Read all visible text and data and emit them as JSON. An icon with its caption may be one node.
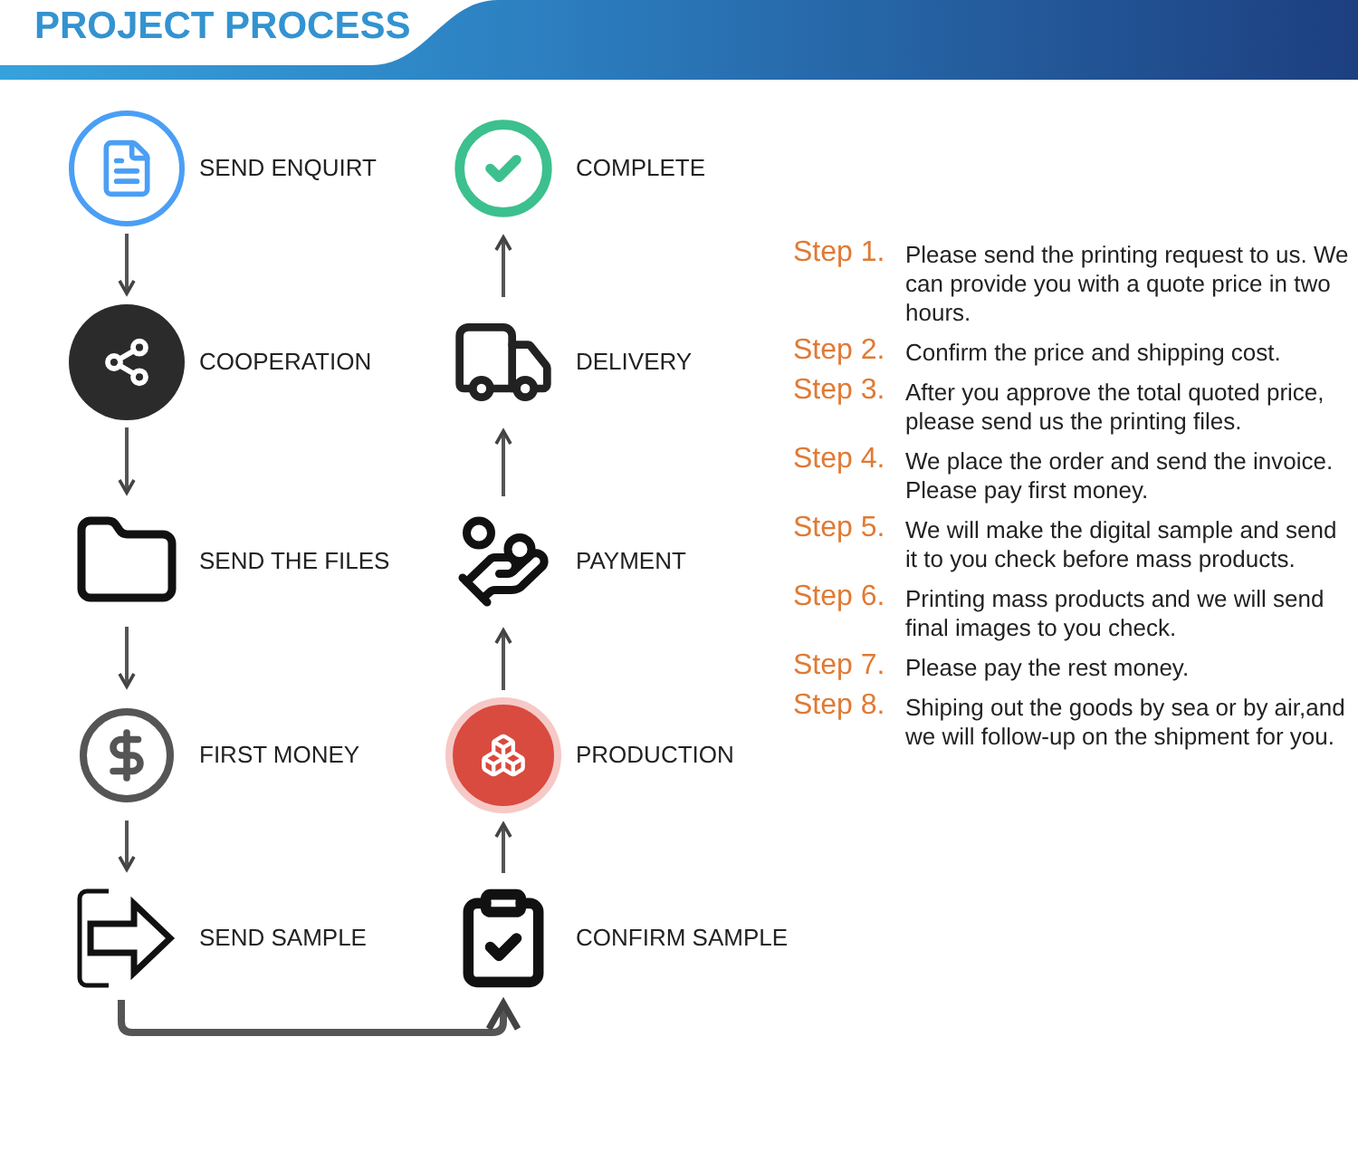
{
  "diagram": {
    "title": "PROJECT PROCESS",
    "nodes": [
      {
        "text": [
          "SEND ENQUIRT"
        ]
      },
      {
        "text": [
          "COOPERATION"
        ]
      },
      {
        "text": [
          "SEND THE FILES"
        ]
      },
      {
        "text": [
          "FIRST MONEY"
        ]
      },
      {
        "text": [
          "SEND SAMPLE"
        ]
      },
      {
        "text": [
          "CONFIRM SAMPLE"
        ]
      },
      {
        "text": [
          "PRODUCTION"
        ]
      },
      {
        "text": [
          "PAYMENT"
        ]
      },
      {
        "text": [
          "DELIVERY"
        ]
      },
      {
        "text": [
          "COMPLETE"
        ]
      }
    ],
    "edges": [
      {
        "from": 0,
        "to": 1,
        "arrow": "to"
      },
      {
        "from": 1,
        "to": 2,
        "arrow": "to"
      },
      {
        "from": 2,
        "to": 3,
        "arrow": "to"
      },
      {
        "from": 3,
        "to": 4,
        "arrow": "to"
      },
      {
        "from": 4,
        "to": 5,
        "arrow": "to",
        "style": "thick"
      },
      {
        "from": 5,
        "to": 6,
        "arrow": "to"
      },
      {
        "from": 6,
        "to": 7,
        "arrow": "to"
      },
      {
        "from": 7,
        "to": 8,
        "arrow": "to"
      },
      {
        "from": 8,
        "to": 9,
        "arrow": "to"
      }
    ],
    "labels": [
      "Step 1.",
      "Please send the printing request to us. We can provide you with a quote price in two hours.",
      "Step 2.",
      "Confirm the price and shipping cost.",
      "Step 3.",
      "After you approve the total quoted price, please send us the printing files.",
      "Step 4.",
      "We place the order and send the invoice. Please pay first money.",
      "Step 5.",
      "We will make the digital sample and send it to you check before mass products.",
      "Step 6.",
      "Printing mass products and we will send final images to you check.",
      "Step 7.",
      "Please pay the rest money.",
      "Step 8.",
      "Shiping out the goods by sea or by air,and we will follow-up on the shipment for you."
    ]
  }
}
